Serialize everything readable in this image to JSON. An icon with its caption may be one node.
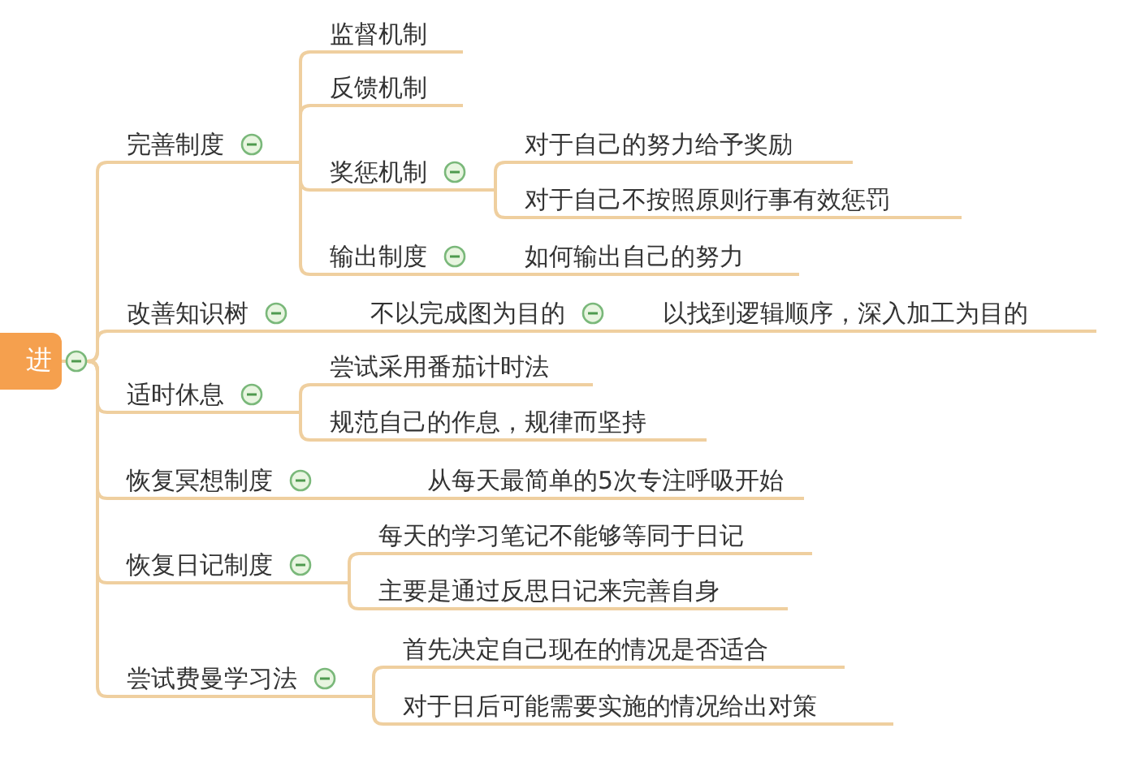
{
  "diagram": {
    "nodes": [
      {
        "text": [
          "进"
        ]
      },
      {
        "text": [
          "完善制度"
        ]
      },
      {
        "text": [
          "监督机制"
        ]
      },
      {
        "text": [
          "反馈机制"
        ]
      },
      {
        "text": [
          "奖惩机制"
        ]
      },
      {
        "text": [
          "对于自己的努力给予奖励"
        ]
      },
      {
        "text": [
          "对于自己不按照原则行事有效惩罚"
        ]
      },
      {
        "text": [
          "输出制度"
        ]
      },
      {
        "text": [
          "如何输出自己的努力"
        ]
      },
      {
        "text": [
          "改善知识树"
        ]
      },
      {
        "text": [
          "不以完成图为目的"
        ]
      },
      {
        "text": [
          "以找到逻辑顺序，深入加工为目的"
        ]
      },
      {
        "text": [
          "适时休息"
        ]
      },
      {
        "text": [
          "尝试采用番茄计时法"
        ]
      },
      {
        "text": [
          "规范自己的作息，规律而坚持"
        ]
      },
      {
        "text": [
          "恢复冥想制度"
        ]
      },
      {
        "text": [
          "从每天最简单的5次专注呼吸开始"
        ]
      },
      {
        "text": [
          "恢复日记制度"
        ]
      },
      {
        "text": [
          "每天的学习笔记不能够等同于日记"
        ]
      },
      {
        "text": [
          "主要是通过反思日记来完善自身"
        ]
      },
      {
        "text": [
          "尝试费曼学习法"
        ]
      },
      {
        "text": [
          "首先决定自己现在的情况是否适合"
        ]
      },
      {
        "text": [
          "对于日后可能需要实施的情况给出对策"
        ]
      }
    ],
    "edges": [
      {
        "from": 0,
        "to": 1,
        "arrow": "none"
      },
      {
        "from": 0,
        "to": 9,
        "arrow": "none"
      },
      {
        "from": 0,
        "to": 12,
        "arrow": "none"
      },
      {
        "from": 0,
        "to": 15,
        "arrow": "none"
      },
      {
        "from": 0,
        "to": 17,
        "arrow": "none"
      },
      {
        "from": 0,
        "to": 20,
        "arrow": "none"
      },
      {
        "from": 1,
        "to": 2,
        "arrow": "none"
      },
      {
        "from": 1,
        "to": 3,
        "arrow": "none"
      },
      {
        "from": 1,
        "to": 4,
        "arrow": "none"
      },
      {
        "from": 1,
        "to": 7,
        "arrow": "none"
      },
      {
        "from": 4,
        "to": 5,
        "arrow": "none"
      },
      {
        "from": 4,
        "to": 6,
        "arrow": "none"
      },
      {
        "from": 7,
        "to": 8,
        "arrow": "none"
      },
      {
        "from": 9,
        "to": 10,
        "arrow": "none"
      },
      {
        "from": 10,
        "to": 11,
        "arrow": "none"
      },
      {
        "from": 12,
        "to": 13,
        "arrow": "none"
      },
      {
        "from": 12,
        "to": 14,
        "arrow": "none"
      },
      {
        "from": 15,
        "to": 16,
        "arrow": "none"
      },
      {
        "from": 17,
        "to": 18,
        "arrow": "none"
      },
      {
        "from": 17,
        "to": 19,
        "arrow": "none"
      },
      {
        "from": 20,
        "to": 21,
        "arrow": "none"
      },
      {
        "from": 20,
        "to": 22,
        "arrow": "none"
      }
    ]
  }
}
